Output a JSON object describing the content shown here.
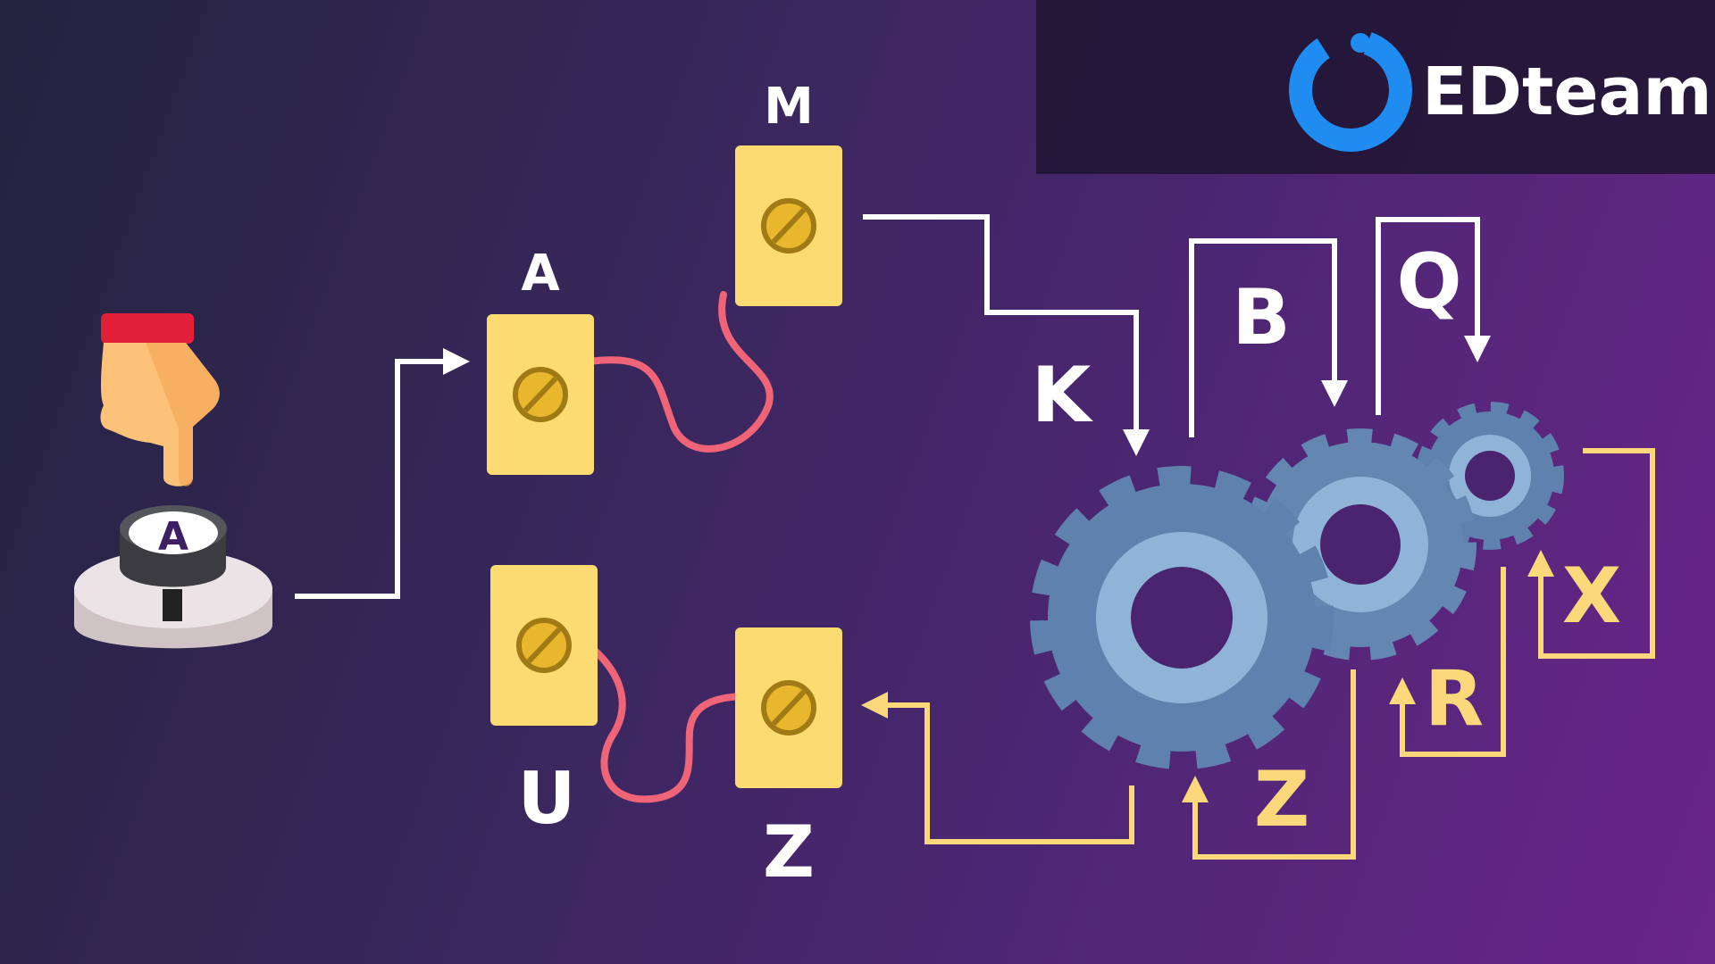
{
  "brand": {
    "name": "EDteam",
    "accent": "#1e8cf0",
    "bar_color": "#1f1530"
  },
  "button": {
    "label": "A",
    "base_color": "#ebe3e6",
    "cap_color": "#3b3b40",
    "top_color": "#ffffff"
  },
  "modules": {
    "a": {
      "label": "A"
    },
    "m": {
      "label": "M"
    },
    "u": {
      "label": "U"
    },
    "z": {
      "label": "Z"
    }
  },
  "gears_labels": {
    "k": "K",
    "b": "B",
    "q": "Q",
    "z": "Z",
    "r": "R",
    "x": "X"
  },
  "colors": {
    "module_fill": "#fcdc72",
    "screw_fill": "#e8b72e",
    "screw_stroke": "#a07a16",
    "wire": "#f06478",
    "arrow_white": "#ffffff",
    "arrow_yellow": "#fbd97a",
    "gear_dark": "#5e82ad",
    "gear_light": "#90b4d8",
    "hand_skin": "#fcc27a",
    "hand_shadow": "#f5a657",
    "cuff": "#e3203a"
  }
}
